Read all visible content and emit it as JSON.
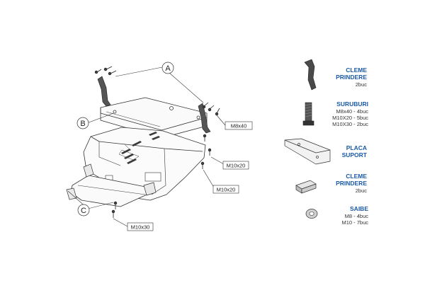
{
  "callouts": {
    "a": "A",
    "b": "B",
    "c": "C"
  },
  "bolt_labels": {
    "m8x40": "M8x40",
    "m10x20_upper": "M10x20",
    "m10x20_lower": "M10x20",
    "m10x30": "M10x30"
  },
  "legend": {
    "cleme_top": {
      "title_1": "CLEME",
      "title_2": "PRINDERE",
      "qty": "2buc"
    },
    "suruburi": {
      "title": "SURUBURI",
      "lines": [
        "M8x40 - 4buc",
        "M10X20 - 5buc",
        "M10X30 - 2buc"
      ]
    },
    "placa": {
      "title_1": "PLACA",
      "title_2": "SUPORT"
    },
    "cleme_bottom": {
      "title_1": "CLEME",
      "title_2": "PRINDERE",
      "qty": "2buc"
    },
    "saibe": {
      "title": "SAIBE",
      "lines": [
        "M8 - 4buc",
        "M10 - 7buc"
      ]
    }
  }
}
